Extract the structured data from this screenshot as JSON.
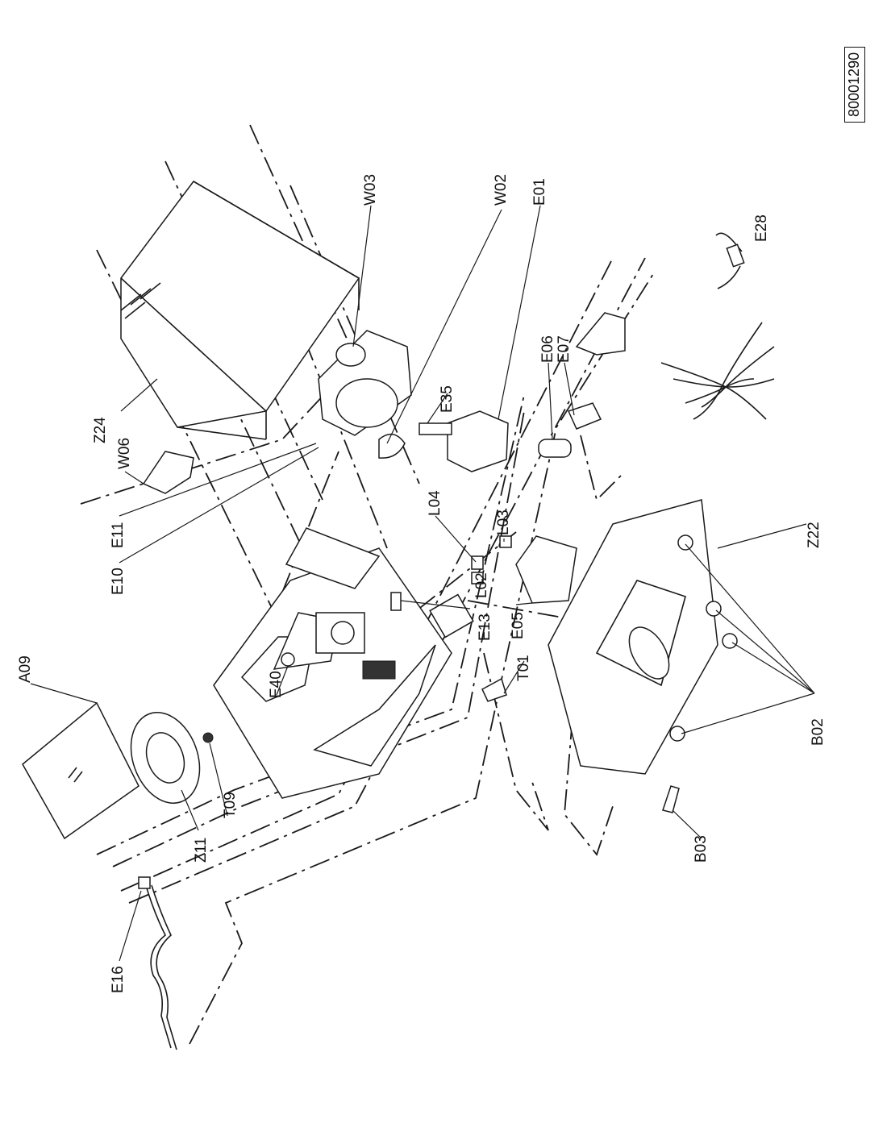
{
  "document_number": "80001290",
  "parts": {
    "A09": "A09",
    "Z11": "Z11",
    "T09": "T09",
    "E16": "E16",
    "E40": "E40",
    "E10": "E10",
    "E11": "E11",
    "W06": "W06",
    "Z24": "Z24",
    "W03": "W03",
    "W02": "W02",
    "E01": "E01",
    "E35": "E35",
    "L04": "L04",
    "L03": "L03",
    "L02": "L02",
    "E13": "E13",
    "E05": "E05",
    "T01": "T01",
    "E06": "E06",
    "E07": "E07",
    "E28": "E28",
    "Z22": "Z22",
    "B02": "B02",
    "B03": "B03"
  }
}
